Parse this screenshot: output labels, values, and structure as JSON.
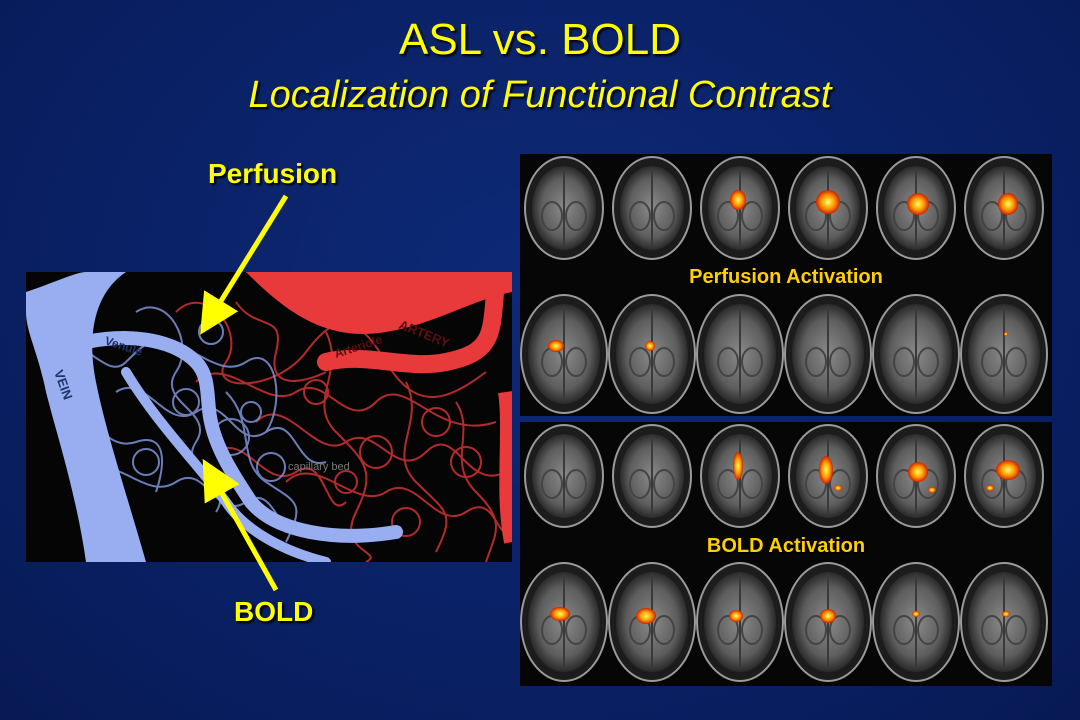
{
  "slide": {
    "title": "ASL vs. BOLD",
    "subtitle": "Localization of Functional Contrast"
  },
  "labels": {
    "perfusion": "Perfusion",
    "bold": "BOLD"
  },
  "vessel_diagram": {
    "labels": {
      "artery": "ARTERY",
      "arteriole": "Arteriole",
      "venule": "Venule",
      "vein": "VEIN",
      "capillary_bed": "capillary bed"
    }
  },
  "mri_panels": {
    "perfusion_caption": "Perfusion Activation",
    "bold_caption": "BOLD Activation"
  },
  "colors": {
    "background": "#0a2166",
    "title": "#ffff00",
    "caption": "#ffd000",
    "artery": "#e83a3a",
    "vein": "#98aef0",
    "arrow": "#ffff00"
  }
}
